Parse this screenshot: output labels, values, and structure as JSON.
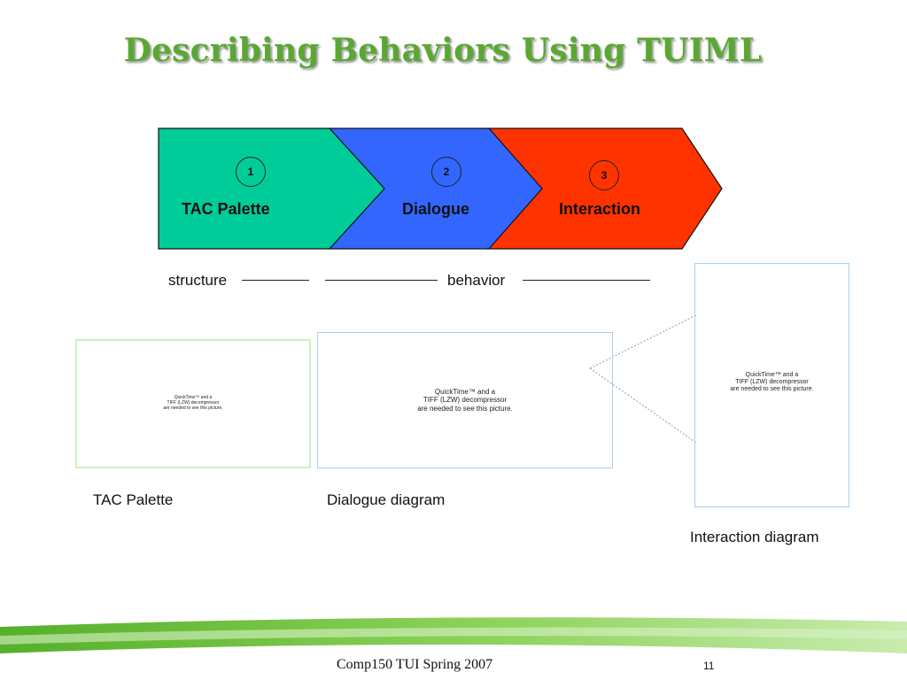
{
  "slide": {
    "title": "Describing Behaviors Using TUIML",
    "steps": [
      {
        "number": "1",
        "label": "TAC Palette",
        "color": "#00cc99"
      },
      {
        "number": "2",
        "label": "Dialogue",
        "color": "#3366ff"
      },
      {
        "number": "3",
        "label": "Interaction",
        "color": "#ff3300"
      }
    ],
    "segments": {
      "structure": "structure",
      "behavior": "behavior"
    },
    "placeholder_text": "QuickTime™ and a\nTIFF (LZW) decompressor\nare needed to see this picture.",
    "placeholder_text_small": "QuickTime™ and a\nTIFF (LZW) decompressor\nare needed to see this picture.",
    "captions": {
      "tac": "TAC Palette",
      "dialogue": "Dialogue diagram",
      "interaction": "Interaction diagram"
    },
    "footer": "Comp150 TUI Spring 2007",
    "page_number": "11",
    "colors": {
      "title": "#5aa832",
      "band_green": "#55b02a",
      "tac_border": "#ccf2c0",
      "pic_border": "#a9d0ef"
    }
  }
}
